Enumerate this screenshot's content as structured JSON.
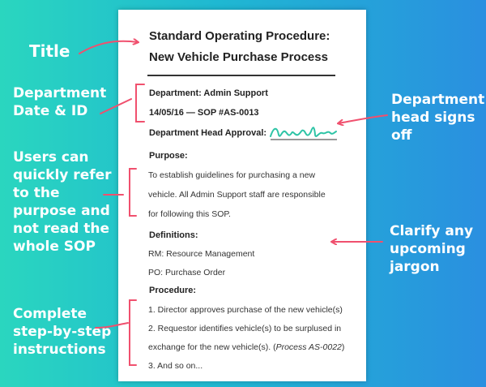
{
  "callouts": {
    "title": "Title",
    "department": [
      "Department",
      "Date & ID"
    ],
    "users": [
      "Users can",
      "quickly refer",
      "to the",
      "purpose and",
      "not read the",
      "whole SOP"
    ],
    "steps": [
      "Complete",
      "step-by-step",
      "instructions"
    ],
    "head": [
      "Department",
      "head signs",
      "off"
    ],
    "jargon": [
      "Clarify any",
      "upcoming",
      "jargon"
    ]
  },
  "doc": {
    "title_line1": "Standard Operating Procedure:",
    "title_line2": "New Vehicle Purchase Process",
    "department": "Department: Admin Support",
    "date_id": "14/05/16 — SOP #AS-0013",
    "approval_label": "Department Head Approval:",
    "purpose_heading": "Purpose:",
    "purpose_lines": [
      "To establish guidelines for purchasing a new",
      "vehicle. All Admin Support staff are responsible",
      "for following this SOP."
    ],
    "definitions_heading": "Definitions:",
    "definitions": [
      "RM: Resource Management",
      "PO: Purchase Order"
    ],
    "procedure_heading": "Procedure:",
    "steps": [
      "1. Director approves purchase of the new vehicle(s)",
      "2. Requestor identifies vehicle(s) to be surplused in"
    ],
    "step2_cont": "exchange for the new vehicle(s). (",
    "step2_ref": "Process AS-0022",
    "step2_end": ")",
    "step3": "3. And so on..."
  },
  "colors": {
    "annotation": "#f0506e",
    "signature": "#2ec4a6"
  }
}
